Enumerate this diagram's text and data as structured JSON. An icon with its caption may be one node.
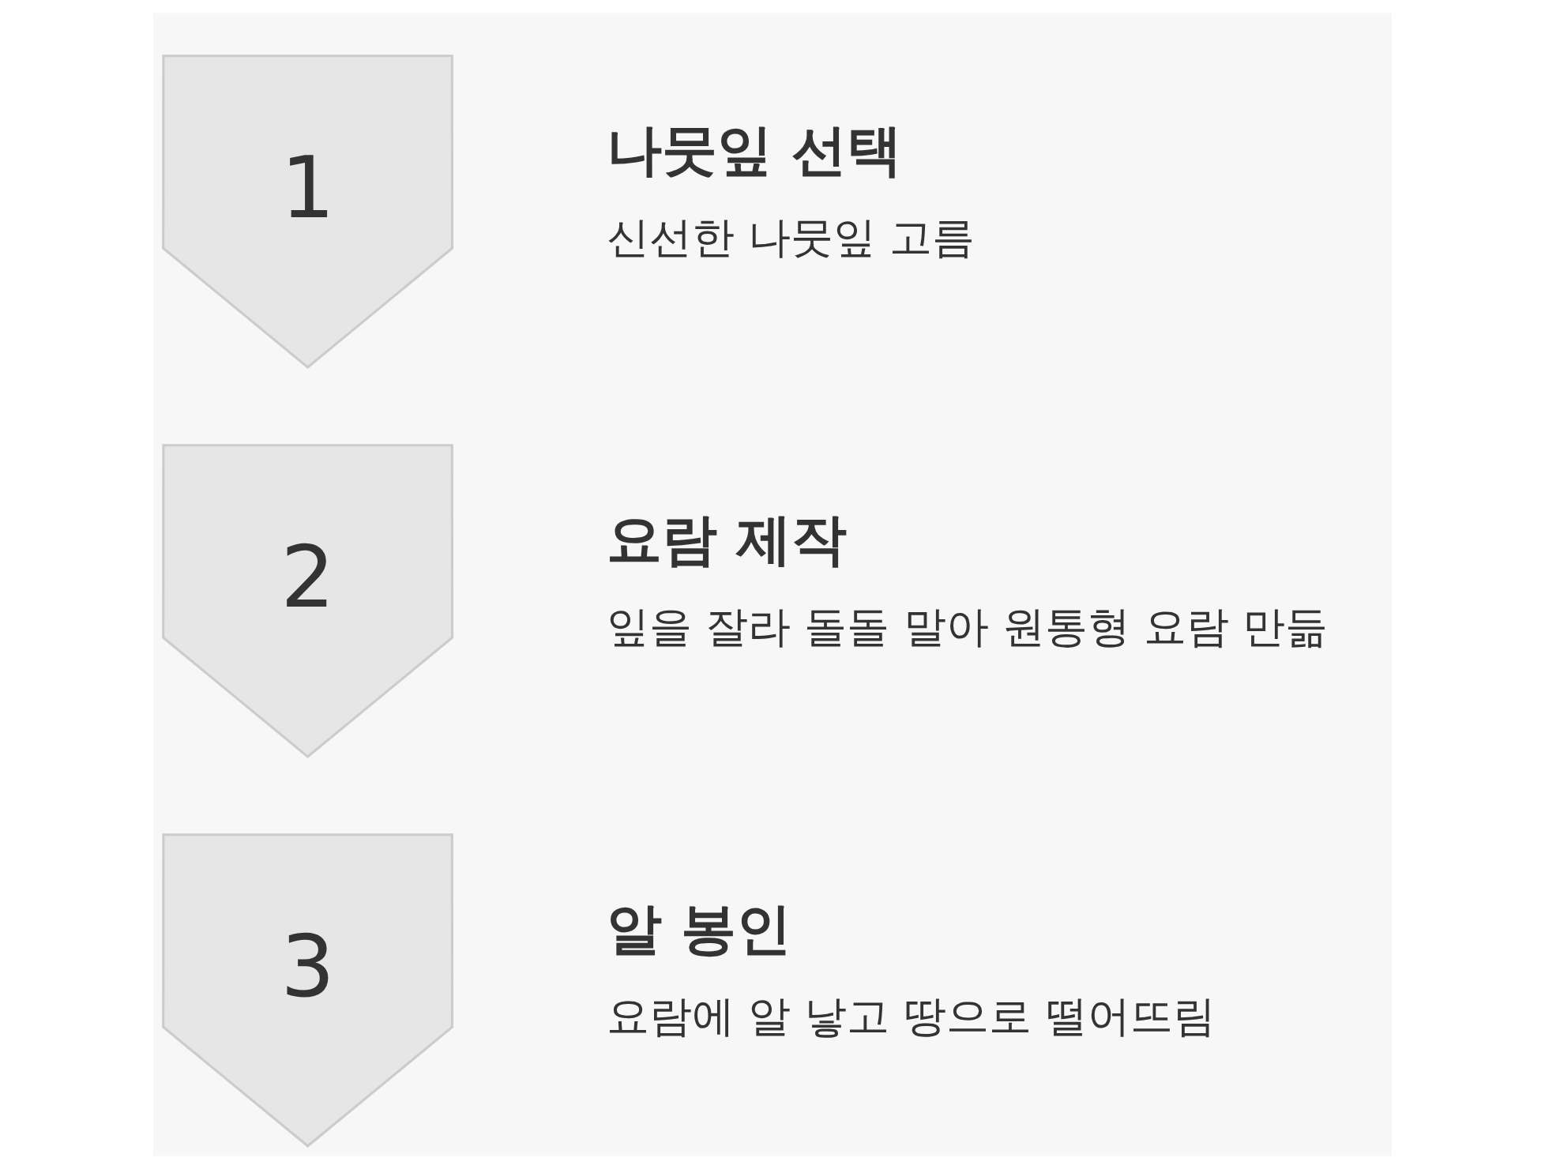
{
  "diagram": {
    "nodes": [
      {
        "text": [
          "1"
        ],
        "beside": [
          "나뭇잎 선택",
          "신선한 나뭇잎 고름"
        ]
      },
      {
        "text": [
          "2"
        ],
        "beside": [
          "요람 제작",
          "잎을 잘라 돌돌 말아 원통형 요람 만듦"
        ]
      },
      {
        "text": [
          "3"
        ],
        "beside": [
          "알 봉인",
          "요람에 알 낳고 땅으로 떨어뜨림"
        ]
      }
    ]
  }
}
